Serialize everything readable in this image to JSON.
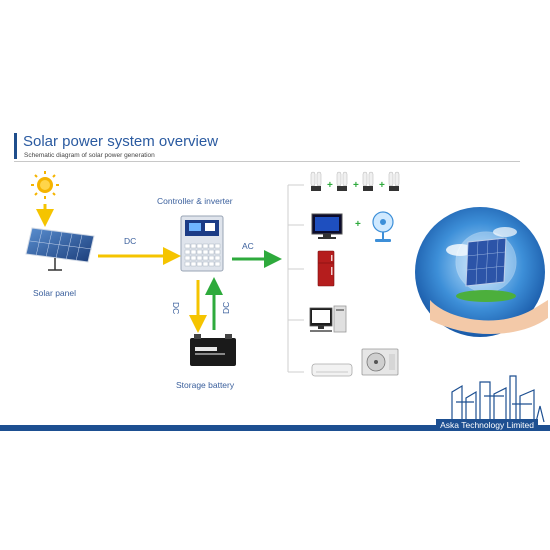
{
  "header": {
    "title": "Solar power system overview",
    "subtitle": "Schematic diagram of solar power generation"
  },
  "nodes": {
    "solar_panel": "Solar panel",
    "controller": "Controller & inverter",
    "battery": "Storage battery"
  },
  "edges": {
    "panel_to_controller": "DC",
    "controller_to_loads": "AC",
    "controller_to_battery": "DC",
    "battery_to_controller": "DC"
  },
  "footer": {
    "company": "Aska Technology Limited"
  },
  "colors": {
    "dc_arrow": "#f5c400",
    "ac_arrow": "#2eaa3c",
    "accent": "#1d4f91"
  },
  "loads": [
    "lamp-icon",
    "tv-icon",
    "fan-icon",
    "refrigerator-icon",
    "computer-icon",
    "air-conditioner-icon"
  ]
}
